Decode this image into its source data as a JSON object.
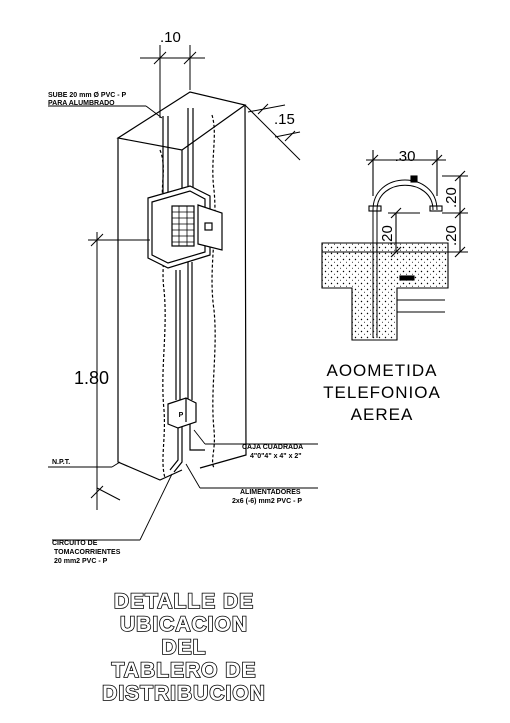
{
  "dimensions": {
    "width_top": ".10",
    "depth": ".15",
    "height": "1.80",
    "acometida_width": ".30",
    "acometida_h1": ".20",
    "acometida_h2": ".20",
    "acometida_h3": ".20"
  },
  "labels": {
    "sube_line1": "SUBE 20 mm Ø PVC - P",
    "sube_line2": "PARA ALUMBRADO",
    "npt": "N.P.T.",
    "caja_line1": "CAJA CUADRADA",
    "caja_line2": "4\"0\"4\" x 4\" x 2\"",
    "alim_line1": "ALIMENTADORES",
    "alim_line2": "2x6 (-6) mm2 PVC - P",
    "circ_line1": "CIRCUITO DE",
    "circ_line2": "TOMACORRIENTES",
    "circ_line3": "20  mm2 PVC - P",
    "box_p": "P"
  },
  "acometida": {
    "line1": "AOOMETIDA",
    "line2": "TELEFONIOA",
    "line3": "AEREA"
  },
  "title": {
    "line1": "DETALLE DE",
    "line2": "UBICACION",
    "line3": "DEL",
    "line4": "TABLERO DE",
    "line5": "DISTRIBUCION"
  }
}
